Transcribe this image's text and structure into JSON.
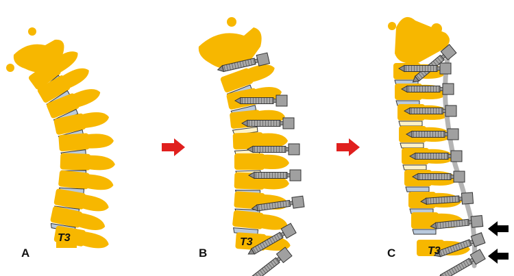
{
  "panels": [
    {
      "id": "A",
      "label": "A",
      "level": "T3"
    },
    {
      "id": "B",
      "label": "B",
      "level": "T3"
    },
    {
      "id": "C",
      "label": "C",
      "level": "T3"
    }
  ],
  "colors": {
    "bone": "#f7b700",
    "disc": "#b9c9dc",
    "graft": "#fdf2c8",
    "screw": "#a3a3a3",
    "rod": "#b4b4b4",
    "step_arrow": "#e0201e",
    "pointer_arrow": "#000000"
  },
  "icons": {
    "step_arrow": "right-arrow-icon",
    "pointer_arrow": "left-arrow-icon"
  }
}
